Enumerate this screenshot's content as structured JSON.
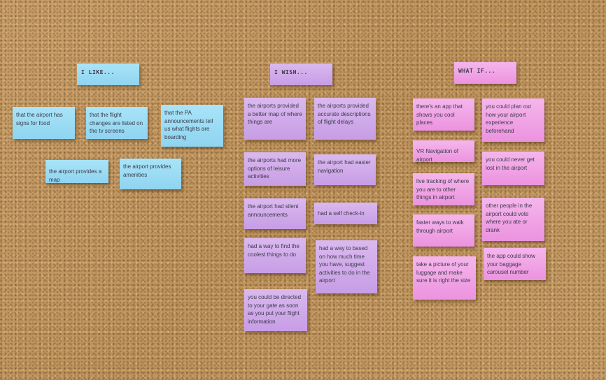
{
  "board": {
    "columns": {
      "like": {
        "header": "I LIKE...",
        "notes": [
          "that the airport has signs for food",
          "that the flight changes are listed on the tv screens",
          "that the PA announcements tell us what flights are boarding",
          "the airport provides a map",
          "the airport provides amenities"
        ]
      },
      "wish": {
        "header": "I WISH...",
        "notes": [
          "the airports provided a better map of where things are",
          "the airports provided accurate descriptions of flight delays",
          "the airports had more options of leisure activities",
          "the airport had easier navigation",
          "the airport had silent announcements",
          "had a self check-in",
          "had a way to find the coolest things to do",
          "had a way to based on how much time you have, suggest activities to do in the airport",
          "you could be directed to your gate as soon as you put your flight information"
        ]
      },
      "whatif": {
        "header": "WHAT IF...",
        "notes": [
          "there's an app that shows you cool places",
          "you could plan out how your airport experience beforehand",
          "VR Navigation of airport",
          "you could never get lost in the airport",
          "live tracking of where you are to other things in airport",
          "other people in the airport could vote where you ate or drank",
          "faster ways to walk through airport",
          "the app could show your baggage carousel number",
          "take a picture of your luggage and make sure it is right the size"
        ]
      }
    },
    "colors": {
      "like": "#9fdcf5",
      "wish": "#d2adeb",
      "whatif": "#f2a8e8",
      "cork": "#c49a63"
    }
  }
}
